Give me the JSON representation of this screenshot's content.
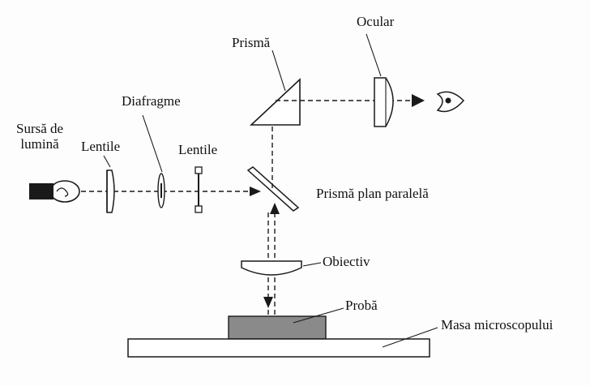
{
  "labels": {
    "source_line1": "Sursă de",
    "source_line2": "lumină",
    "lens1": "Lentile",
    "diaphragm": "Diafragme",
    "lens2": "Lentile",
    "prism": "Prismă",
    "ocular": "Ocular",
    "plate_prism": "Prismă plan paralelă",
    "objective": "Obiectiv",
    "sample": "Probă",
    "stage": "Masa microscopului"
  },
  "colors": {
    "line": "#1a1a1a",
    "sample_fill": "#8a8a8a",
    "source_fill": "#1a1a1a"
  }
}
